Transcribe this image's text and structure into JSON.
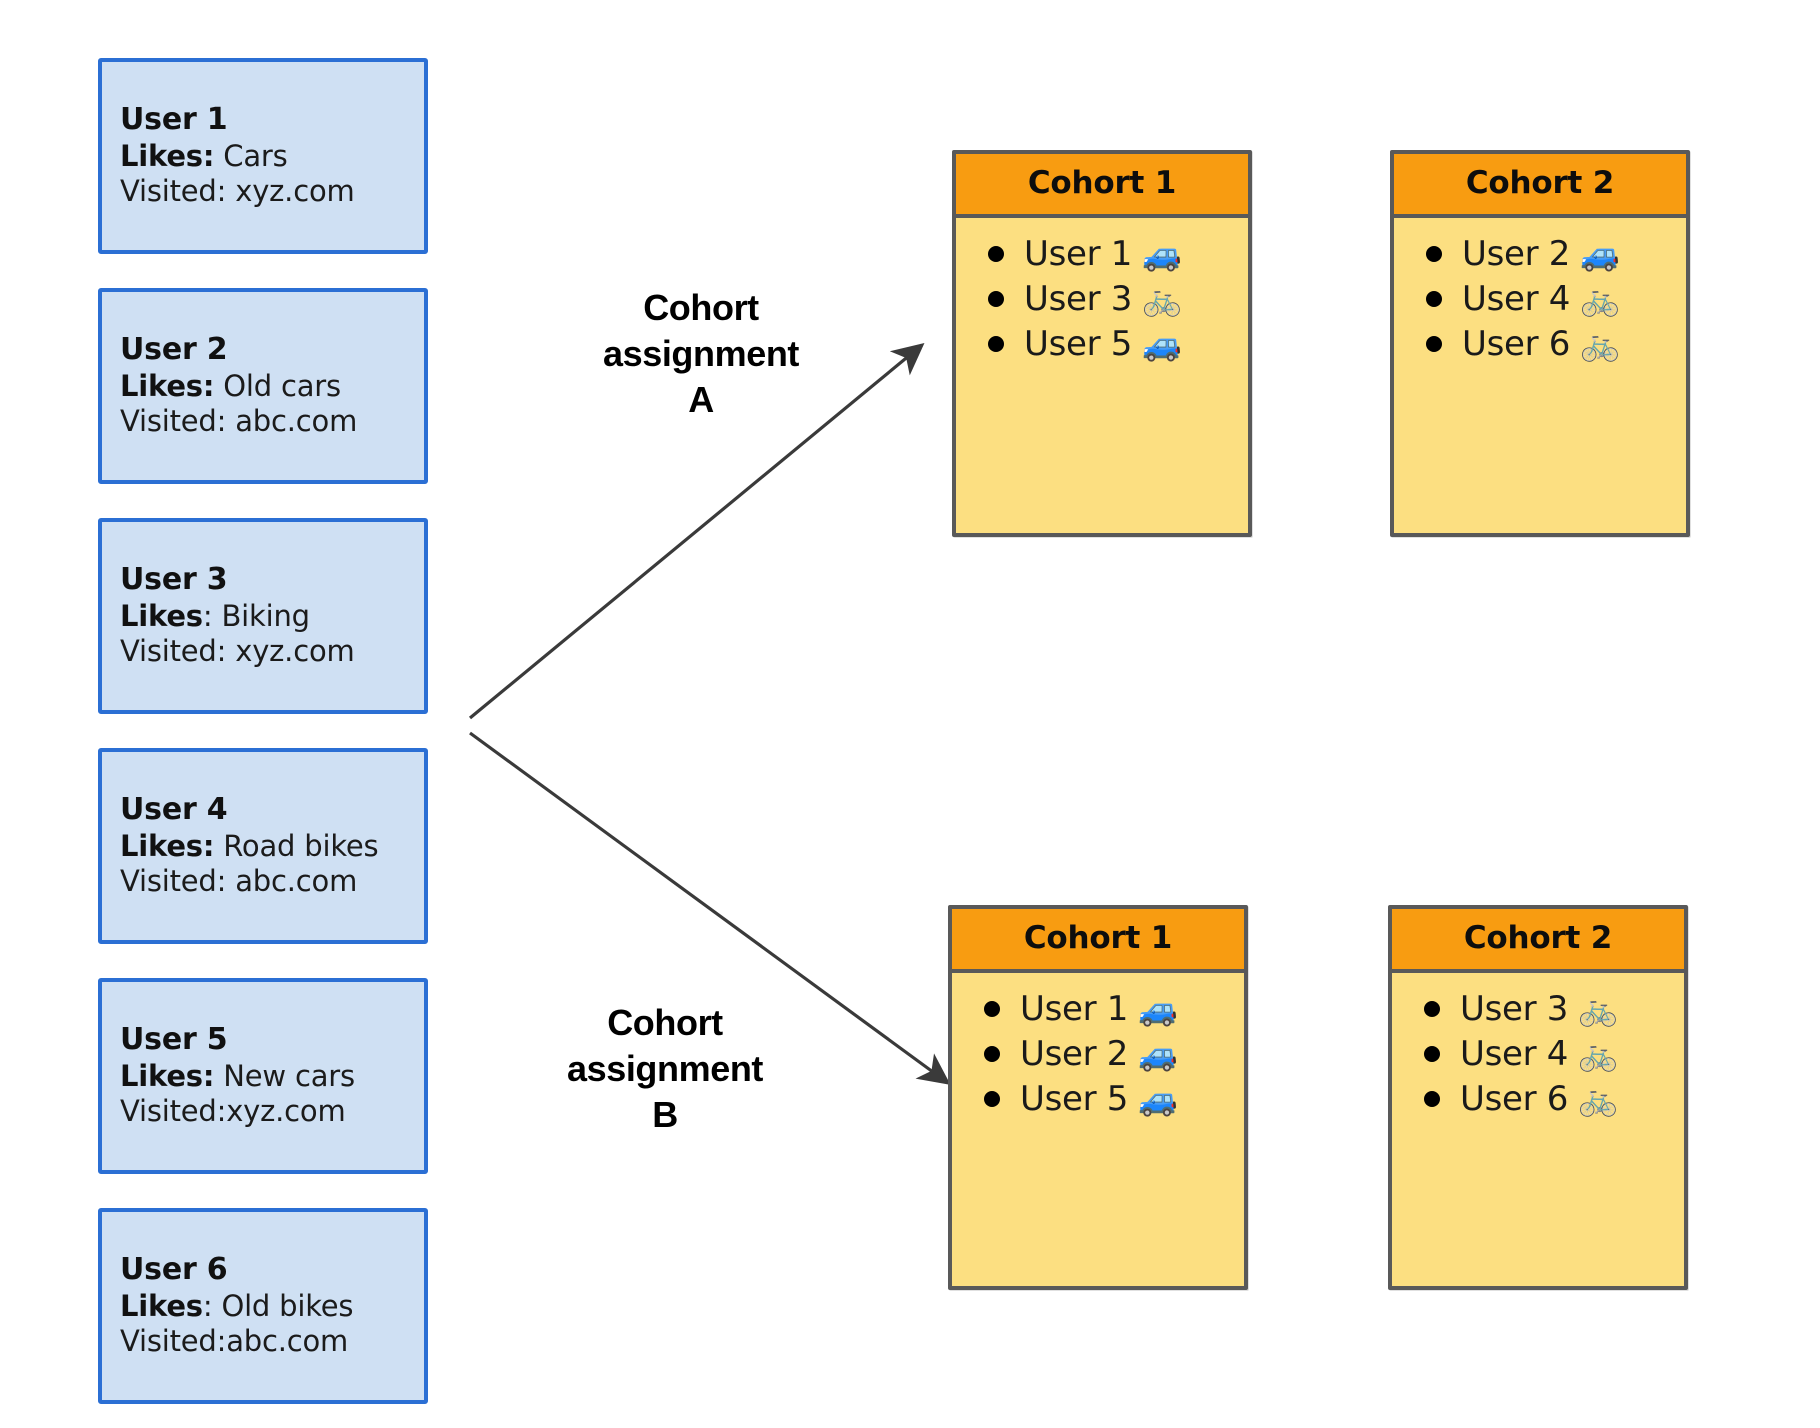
{
  "users": [
    {
      "name": "User 1",
      "likes_label": "Likes:",
      "likes_value": " Cars",
      "visited": "Visited: xyz.com"
    },
    {
      "name": "User 2",
      "likes_label": "Likes:",
      "likes_value": " Old cars",
      "visited": "Visited: abc.com"
    },
    {
      "name": "User 3",
      "likes_label": "Likes",
      "likes_value": ": Biking",
      "visited": "Visited: xyz.com"
    },
    {
      "name": "User 4",
      "likes_label": "Likes:",
      "likes_value": " Road bikes",
      "visited": "Visited: abc.com"
    },
    {
      "name": "User 5",
      "likes_label": "Likes:",
      "likes_value": " New cars",
      "visited": "Visited:xyz.com"
    },
    {
      "name": "User 6",
      "likes_label": "Likes",
      "likes_value": ": Old bikes",
      "visited": "Visited:abc.com"
    }
  ],
  "arrows": {
    "a": {
      "line1": "Cohort",
      "line2": "assignment",
      "line3": "A"
    },
    "b": {
      "line1": "Cohort",
      "line2": "assignment",
      "line3": "B"
    }
  },
  "assignment_a": {
    "cohort1": {
      "title": "Cohort 1",
      "members": [
        {
          "label": "User 1",
          "icon": "car-icon",
          "glyph": "🚙"
        },
        {
          "label": "User 3",
          "icon": "bicycle-icon",
          "glyph": "🚲"
        },
        {
          "label": "User 5",
          "icon": "car-icon",
          "glyph": "🚙"
        }
      ]
    },
    "cohort2": {
      "title": "Cohort 2",
      "members": [
        {
          "label": "User 2",
          "icon": "car-icon",
          "glyph": "🚙"
        },
        {
          "label": "User 4",
          "icon": "bicycle-icon",
          "glyph": "🚲"
        },
        {
          "label": "User 6",
          "icon": "bicycle-icon",
          "glyph": "🚲"
        }
      ]
    }
  },
  "assignment_b": {
    "cohort1": {
      "title": "Cohort 1",
      "members": [
        {
          "label": "User 1",
          "icon": "car-icon",
          "glyph": "🚙"
        },
        {
          "label": "User 2",
          "icon": "car-icon",
          "glyph": "🚙"
        },
        {
          "label": "User 5",
          "icon": "car-icon",
          "glyph": "🚙"
        }
      ]
    },
    "cohort2": {
      "title": "Cohort 2",
      "members": [
        {
          "label": "User 3",
          "icon": "bicycle-icon",
          "glyph": "🚲"
        },
        {
          "label": "User 4",
          "icon": "bicycle-icon",
          "glyph": "🚲"
        },
        {
          "label": "User 6",
          "icon": "bicycle-icon",
          "glyph": "🚲"
        }
      ]
    }
  },
  "colors": {
    "user_card_fill": "#cfe0f3",
    "user_card_border": "#2b6fd4",
    "cohort_header": "#f89c11",
    "cohort_body": "#fcdf81",
    "cohort_border": "#595959",
    "arrow": "#3a3a3a"
  }
}
